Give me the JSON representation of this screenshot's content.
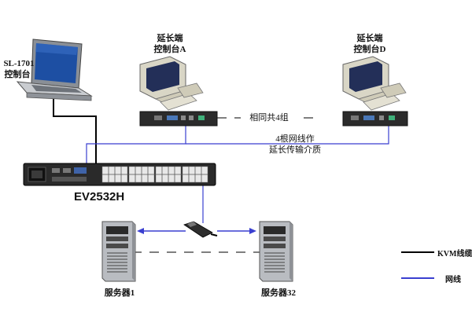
{
  "labels": {
    "console_line1": "SL-1701",
    "console_line2": "控制台",
    "console_a_line1": "延长端",
    "console_a_line2": "控制台A",
    "console_d_line1": "延长端",
    "console_d_line2": "控制台D",
    "same_group": "相同共4组",
    "cable_line1": "4根网线作",
    "cable_line2": "延长传输介质",
    "switch_model": "EV2532H",
    "server1": "服务器1",
    "server32": "服务器32"
  },
  "legend": {
    "kvm_label": "KVM线缆",
    "kvm_color": "#000000",
    "net_label": "网线",
    "net_color": "#3a3fd0"
  },
  "icons": [
    "lcd-console-drawer-icon",
    "desktop-computer-icon",
    "kvm-extender-icon",
    "kvm-switch-icon",
    "server-tower-icon",
    "kvm-cable-dongle-icon"
  ]
}
